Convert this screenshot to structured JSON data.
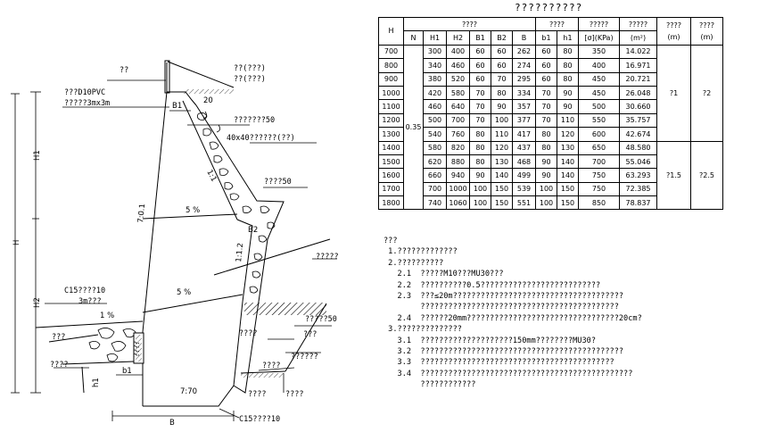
{
  "table": {
    "title": "??????????",
    "header_row1": [
      "H",
      "????",
      "????",
      "?????",
      "?????",
      "????",
      "????"
    ],
    "header_row2": [
      "N",
      "H1",
      "H2",
      "B1",
      "B2",
      "B",
      "b1",
      "h1",
      "[σ](KPa)",
      "(m²)",
      "(m)",
      "(m)"
    ],
    "n_value": "0.35",
    "group1": {
      "v1": "?1",
      "v2": "?2"
    },
    "group2": {
      "v1": "?1.5",
      "v2": "?2.5"
    },
    "rows": [
      [
        "700",
        "300",
        "400",
        "60",
        "60",
        "262",
        "60",
        "80",
        "350",
        "14.022"
      ],
      [
        "800",
        "340",
        "460",
        "60",
        "60",
        "274",
        "60",
        "80",
        "400",
        "16.971"
      ],
      [
        "900",
        "380",
        "520",
        "60",
        "70",
        "295",
        "60",
        "80",
        "450",
        "20.721"
      ],
      [
        "1000",
        "420",
        "580",
        "70",
        "80",
        "334",
        "70",
        "90",
        "450",
        "26.048"
      ],
      [
        "1100",
        "460",
        "640",
        "70",
        "90",
        "357",
        "70",
        "90",
        "500",
        "30.660"
      ],
      [
        "1200",
        "500",
        "700",
        "70",
        "100",
        "377",
        "70",
        "110",
        "550",
        "35.757"
      ],
      [
        "1300",
        "540",
        "760",
        "80",
        "110",
        "417",
        "80",
        "120",
        "600",
        "42.674"
      ],
      [
        "1400",
        "580",
        "820",
        "80",
        "120",
        "437",
        "80",
        "130",
        "650",
        "48.580"
      ],
      [
        "1500",
        "620",
        "880",
        "80",
        "130",
        "468",
        "90",
        "140",
        "700",
        "55.046"
      ],
      [
        "1600",
        "660",
        "940",
        "90",
        "140",
        "499",
        "90",
        "140",
        "750",
        "63.293"
      ],
      [
        "1700",
        "700",
        "1000",
        "100",
        "150",
        "539",
        "100",
        "150",
        "750",
        "72.385"
      ],
      [
        "1800",
        "740",
        "1060",
        "100",
        "150",
        "551",
        "100",
        "150",
        "850",
        "78.837"
      ]
    ]
  },
  "notes": [
    "???",
    " 1.?????????????",
    " 2.??????????",
    "   2.1  ?????M10???MU30???",
    "   2.2  ??????????0.5??????????????????????????",
    "   2.3  ???≤20m?????????????????????????????????????",
    "        ???????????????????????????????????????????",
    "   2.4  ??????20mm?????????????????????????????????20cm?",
    " 3.??????????????",
    "   3.1  ????????????????????150mm????????MU30?",
    "   3.2  ????????????????????????????????????????????",
    "   3.3  ??????????????????????????????????????????",
    "   3.4  ??????????????????????????????????????????????",
    "        ????????????"
  ],
  "drawing": {
    "rail": "??",
    "rail_top": "??(???)",
    "pvc_1": "???D10PVC",
    "pvc_2": "?????3mx3m",
    "b1_top": "B1",
    "dim_20": "20",
    "label_50a": "???????50",
    "label_40x40": "40x40??????(??)",
    "slope_11": "1:1",
    "label_50b": "????50",
    "pct_5a": "5 %",
    "slope_701": "7:0.1",
    "b2": "B2",
    "slope_12": "1:1.2",
    "right_label": "?????",
    "h1_dim": "H1",
    "h_dim": "H",
    "h2_dim": "H2",
    "c15_top": "C15????10",
    "c15_top2": "3m???",
    "pct_5b": "5 %",
    "pct_1": "1 %",
    "left_a": "???",
    "left_b": "????",
    "right_1": "?????50",
    "right_2": "????",
    "right_3": "???",
    "right_4": "??????",
    "right_5": "????",
    "right_6": "????",
    "b1_bottom": "b1",
    "h1_bottom": "h1",
    "slope_770": "7:70",
    "vertical_text": "????",
    "b_dim": "B",
    "c15_bottom": "C15????10"
  }
}
